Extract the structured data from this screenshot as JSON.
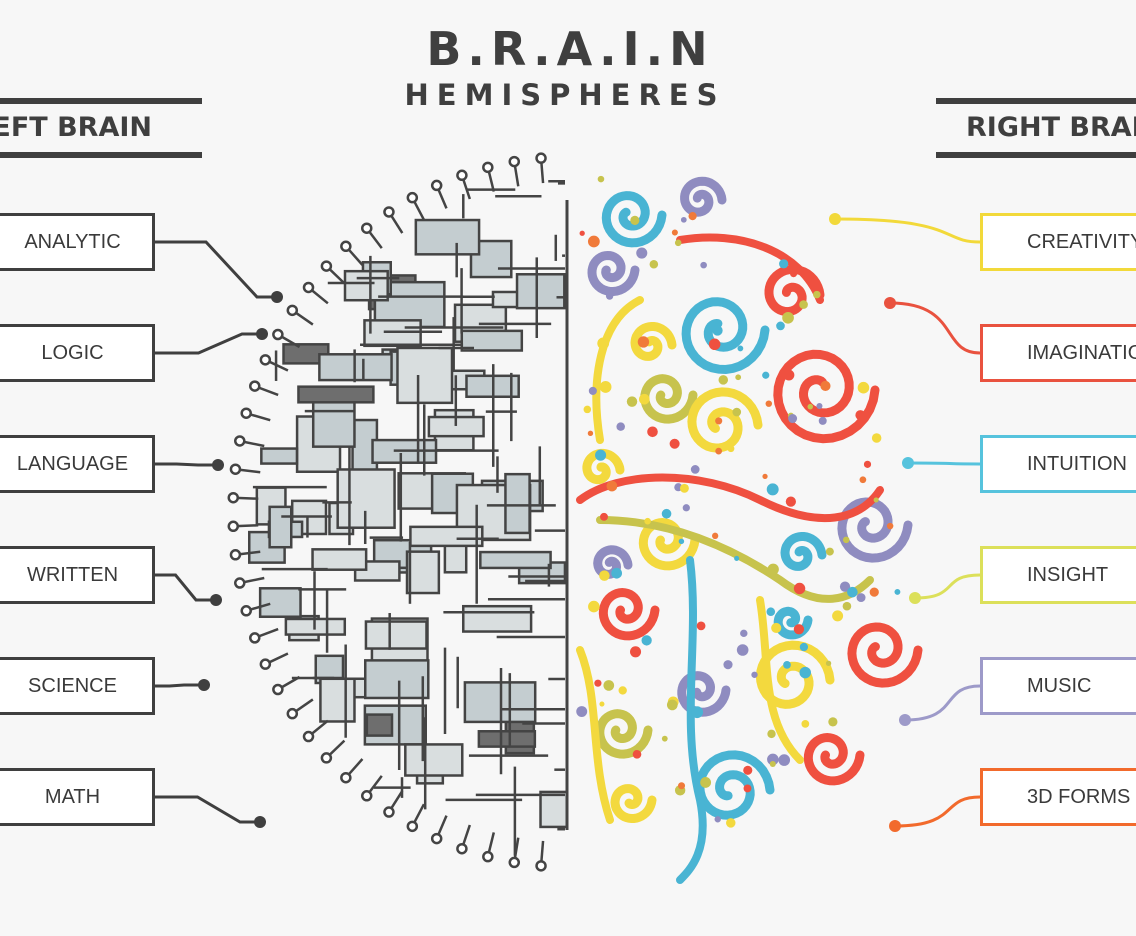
{
  "title": "B.R.A.I.N",
  "subtitle": "HEMISPHERES",
  "left_header": "LEFT BRAIN",
  "right_header": "RIGHT BRAIN",
  "left_items": [
    "ANALYTIC",
    "LOGIC",
    "LANGUAGE",
    "WRITTEN",
    "SCIENCE",
    "MATH"
  ],
  "right_items": [
    {
      "label": "CREATIVITY",
      "color": "#f2d93a"
    },
    {
      "label": "IMAGINATION",
      "color": "#e9523f"
    },
    {
      "label": "INTUITION",
      "color": "#56c3dd"
    },
    {
      "label": "INSIGHT",
      "color": "#dce05a"
    },
    {
      "label": "MUSIC",
      "color": "#9d9ac9"
    },
    {
      "label": "3D FORMS",
      "color": "#f26a2c"
    }
  ],
  "colors": {
    "text": "#3f3f3f",
    "circuit_line": "#444444",
    "circuit_fill_light": "#d9dedf",
    "circuit_fill_mid": "#c4cdd0",
    "circuit_fill_dark": "#6e6e6e",
    "swirl_palette": [
      "#49b4d3",
      "#ef5040",
      "#f3d93e",
      "#8f8cc0",
      "#c7c34d",
      "#f07a3a"
    ]
  }
}
